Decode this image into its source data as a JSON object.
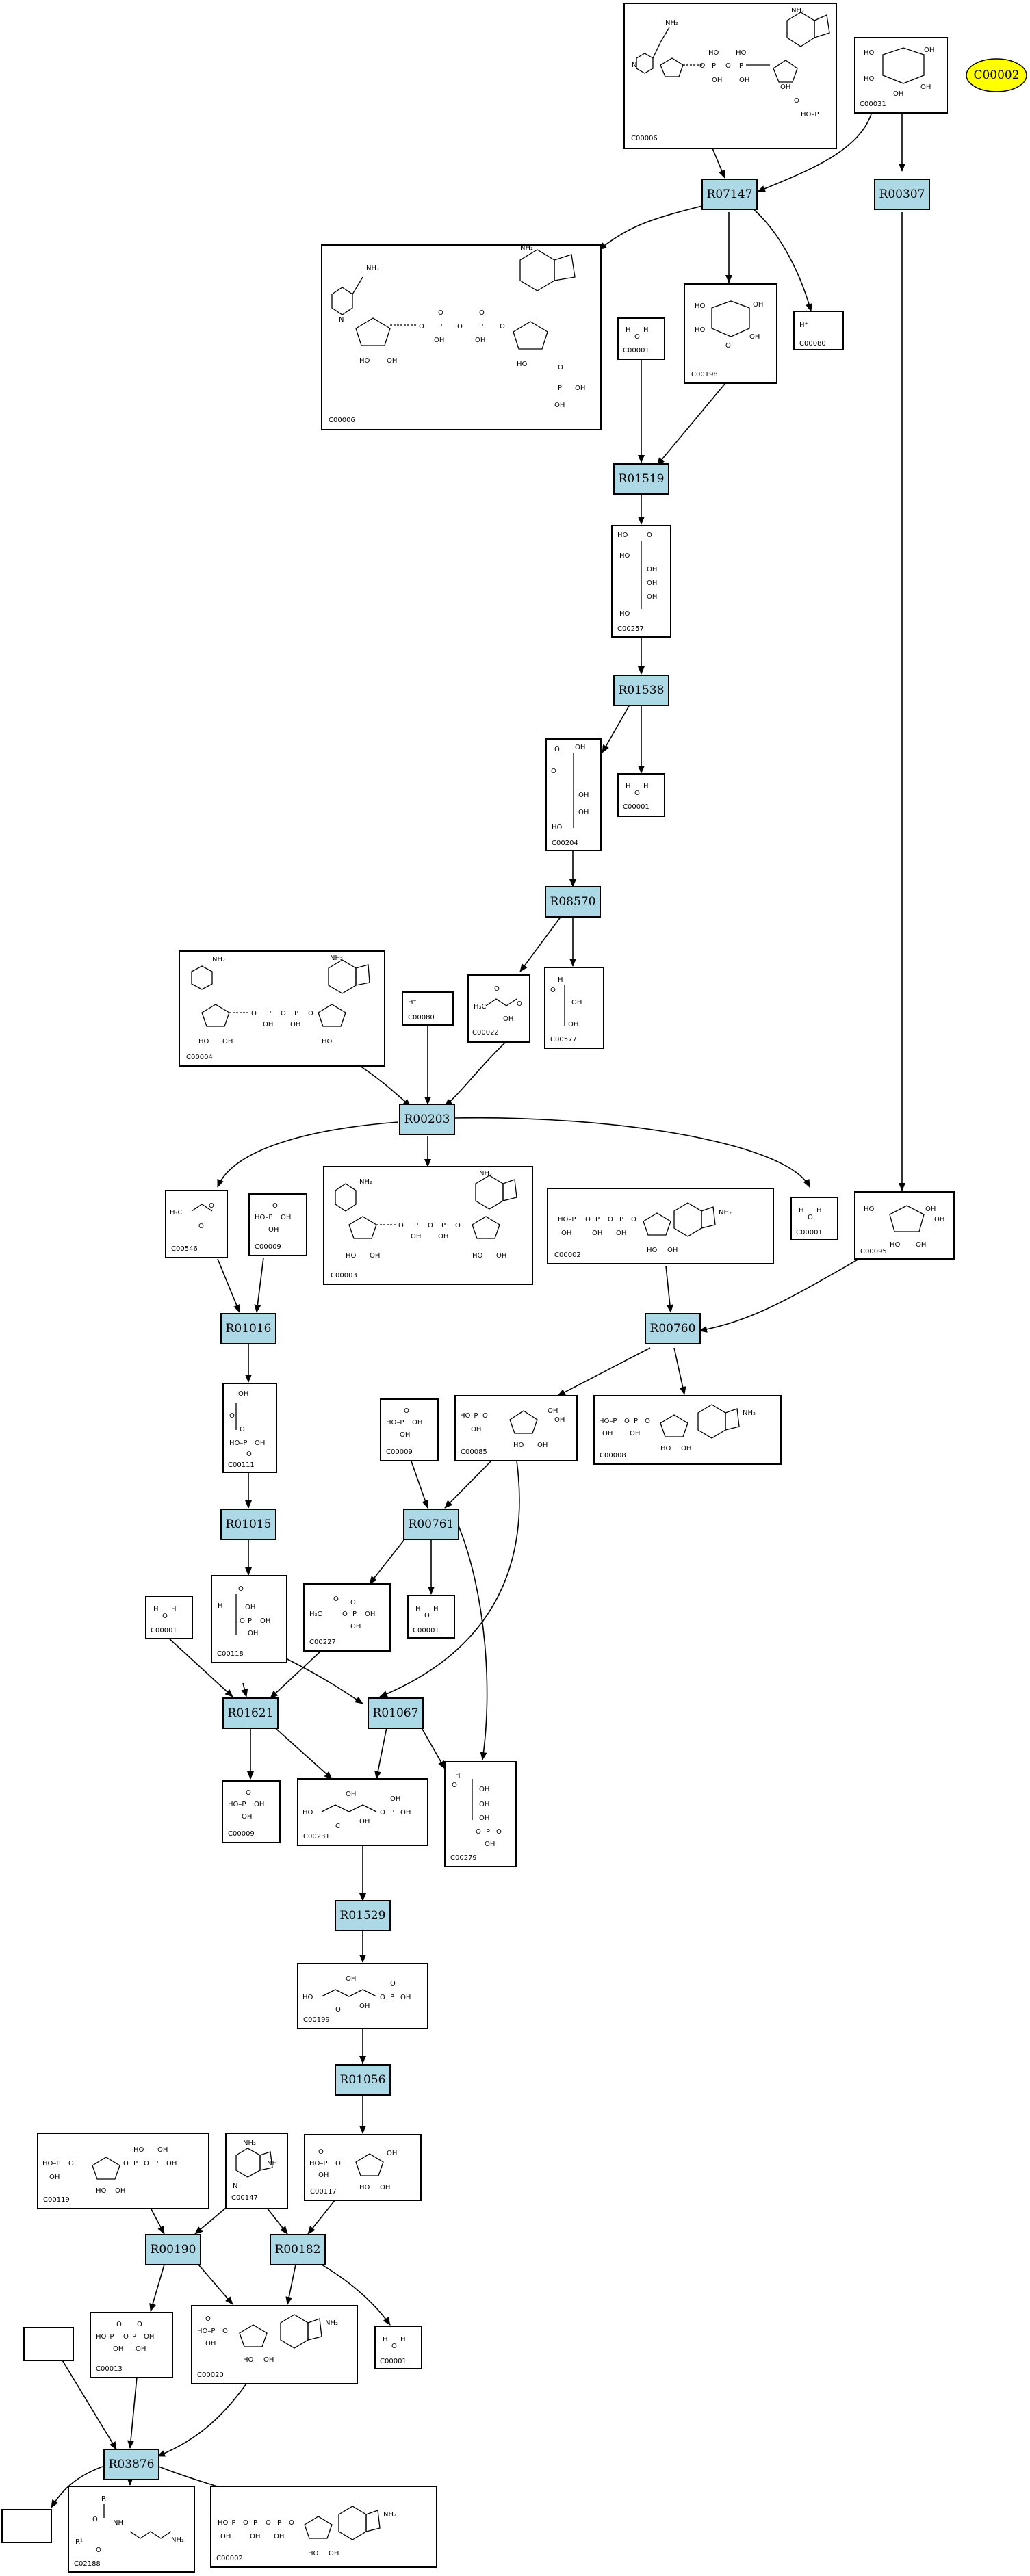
{
  "highlight": {
    "label": "C00002",
    "color": "#ffff00"
  },
  "reactions": [
    {
      "id": "r-R07147",
      "label": "R07147"
    },
    {
      "id": "r-R00307",
      "label": "R00307"
    },
    {
      "id": "r-R01519",
      "label": "R01519"
    },
    {
      "id": "r-R01538",
      "label": "R01538"
    },
    {
      "id": "r-R08570",
      "label": "R08570"
    },
    {
      "id": "r-R00203",
      "label": "R00203"
    },
    {
      "id": "r-R01016",
      "label": "R01016"
    },
    {
      "id": "r-R00760",
      "label": "R00760"
    },
    {
      "id": "r-R01015",
      "label": "R01015"
    },
    {
      "id": "r-R00761",
      "label": "R00761"
    },
    {
      "id": "r-R01621",
      "label": "R01621"
    },
    {
      "id": "r-R01067",
      "label": "R01067"
    },
    {
      "id": "r-R01529",
      "label": "R01529"
    },
    {
      "id": "r-R01056",
      "label": "R01056"
    },
    {
      "id": "r-R00190",
      "label": "R00190"
    },
    {
      "id": "r-R00182",
      "label": "R00182"
    },
    {
      "id": "r-R03876",
      "label": "R03876"
    }
  ],
  "compounds": [
    {
      "id": "c-nadp-top",
      "label": "C00006"
    },
    {
      "id": "c-glucose",
      "label": "C00031"
    },
    {
      "id": "c-nadp-mid",
      "label": "C00006"
    },
    {
      "id": "c-water-1",
      "label": "C00001"
    },
    {
      "id": "c-gluconolactone",
      "label": "C00198"
    },
    {
      "id": "c-proton-1",
      "label": "C00080"
    },
    {
      "id": "c-gluconate",
      "label": "C00257"
    },
    {
      "id": "c-deoxygluconate",
      "label": "C00204"
    },
    {
      "id": "c-water-2",
      "label": "C00001"
    },
    {
      "id": "c-nadph",
      "label": "C00004"
    },
    {
      "id": "c-proton-2",
      "label": "C00080"
    },
    {
      "id": "c-pyruvate",
      "label": "C00022"
    },
    {
      "id": "c-glyceraldehyde",
      "label": "C00577"
    },
    {
      "id": "c-methylglyoxal",
      "label": "C00546"
    },
    {
      "id": "c-phosphate-1",
      "label": "C00009"
    },
    {
      "id": "c-nadp-3",
      "label": "C00003"
    },
    {
      "id": "c-atp",
      "label": "C00002"
    },
    {
      "id": "c-water-3",
      "label": "C00001"
    },
    {
      "id": "c-ribose",
      "label": "C00095"
    },
    {
      "id": "c-c00111",
      "label": "C00111"
    },
    {
      "id": "c-phosphate-2",
      "label": "C00009"
    },
    {
      "id": "c-fructose6p",
      "label": "C00085"
    },
    {
      "id": "c-adp",
      "label": "C00008"
    },
    {
      "id": "c-water-4",
      "label": "C00001"
    },
    {
      "id": "c-c00118",
      "label": "C00118"
    },
    {
      "id": "c-acetylphosphate",
      "label": "C00227"
    },
    {
      "id": "c-water-5",
      "label": "C00001"
    },
    {
      "id": "c-phosphate-3",
      "label": "C00009"
    },
    {
      "id": "c-xylulose5p",
      "label": "C00231"
    },
    {
      "id": "c-erythrose4p",
      "label": "C00279"
    },
    {
      "id": "c-ribulose5p",
      "label": "C00199"
    },
    {
      "id": "c-c00119",
      "label": "C00119"
    },
    {
      "id": "c-adenine",
      "label": "C00147"
    },
    {
      "id": "c-ribose5p",
      "label": "C00117"
    },
    {
      "id": "c-pyrophosphate",
      "label": "C00013"
    },
    {
      "id": "c-amp",
      "label": "C00020"
    },
    {
      "id": "c-water-6",
      "label": "C00001"
    },
    {
      "id": "c-empty-1",
      "label": ""
    },
    {
      "id": "c-empty-2",
      "label": ""
    },
    {
      "id": "c-c02188",
      "label": "C02188"
    },
    {
      "id": "c-atp-bottom",
      "label": "C00002"
    }
  ],
  "atoms": {
    "proton": "H⁺",
    "water_h": "H",
    "water_o": "O",
    "oh": "OH",
    "ho": "HO",
    "o": "O",
    "p": "P",
    "nh2": "NH₂",
    "h3c": "H₃C",
    "r": "R",
    "r1": "R¹",
    "hop": "HO–P",
    "n": "N",
    "c": "C",
    "h": "H",
    "nh": "NH"
  }
}
